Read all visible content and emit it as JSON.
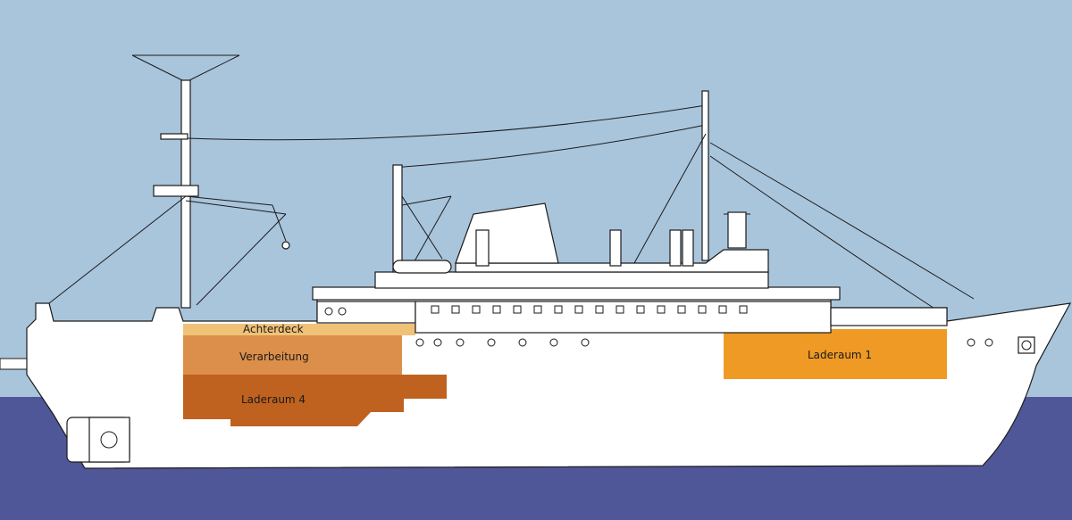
{
  "diagram": {
    "compartments": [
      {
        "id": "achterdeck",
        "label": "Achterdeck",
        "color": "#f0c277"
      },
      {
        "id": "verarbeitung",
        "label": "Verarbeitung",
        "color": "#dc8f4a"
      },
      {
        "id": "laderaum4",
        "label": "Laderaum 4",
        "color": "#bf621f"
      },
      {
        "id": "laderaum1",
        "label": "Laderaum 1",
        "color": "#ef9a24"
      }
    ],
    "colors": {
      "sky": "#a9c5dc",
      "water": "#4f5799",
      "hull": "#ffffff",
      "outline": "#1a1a1a"
    }
  }
}
